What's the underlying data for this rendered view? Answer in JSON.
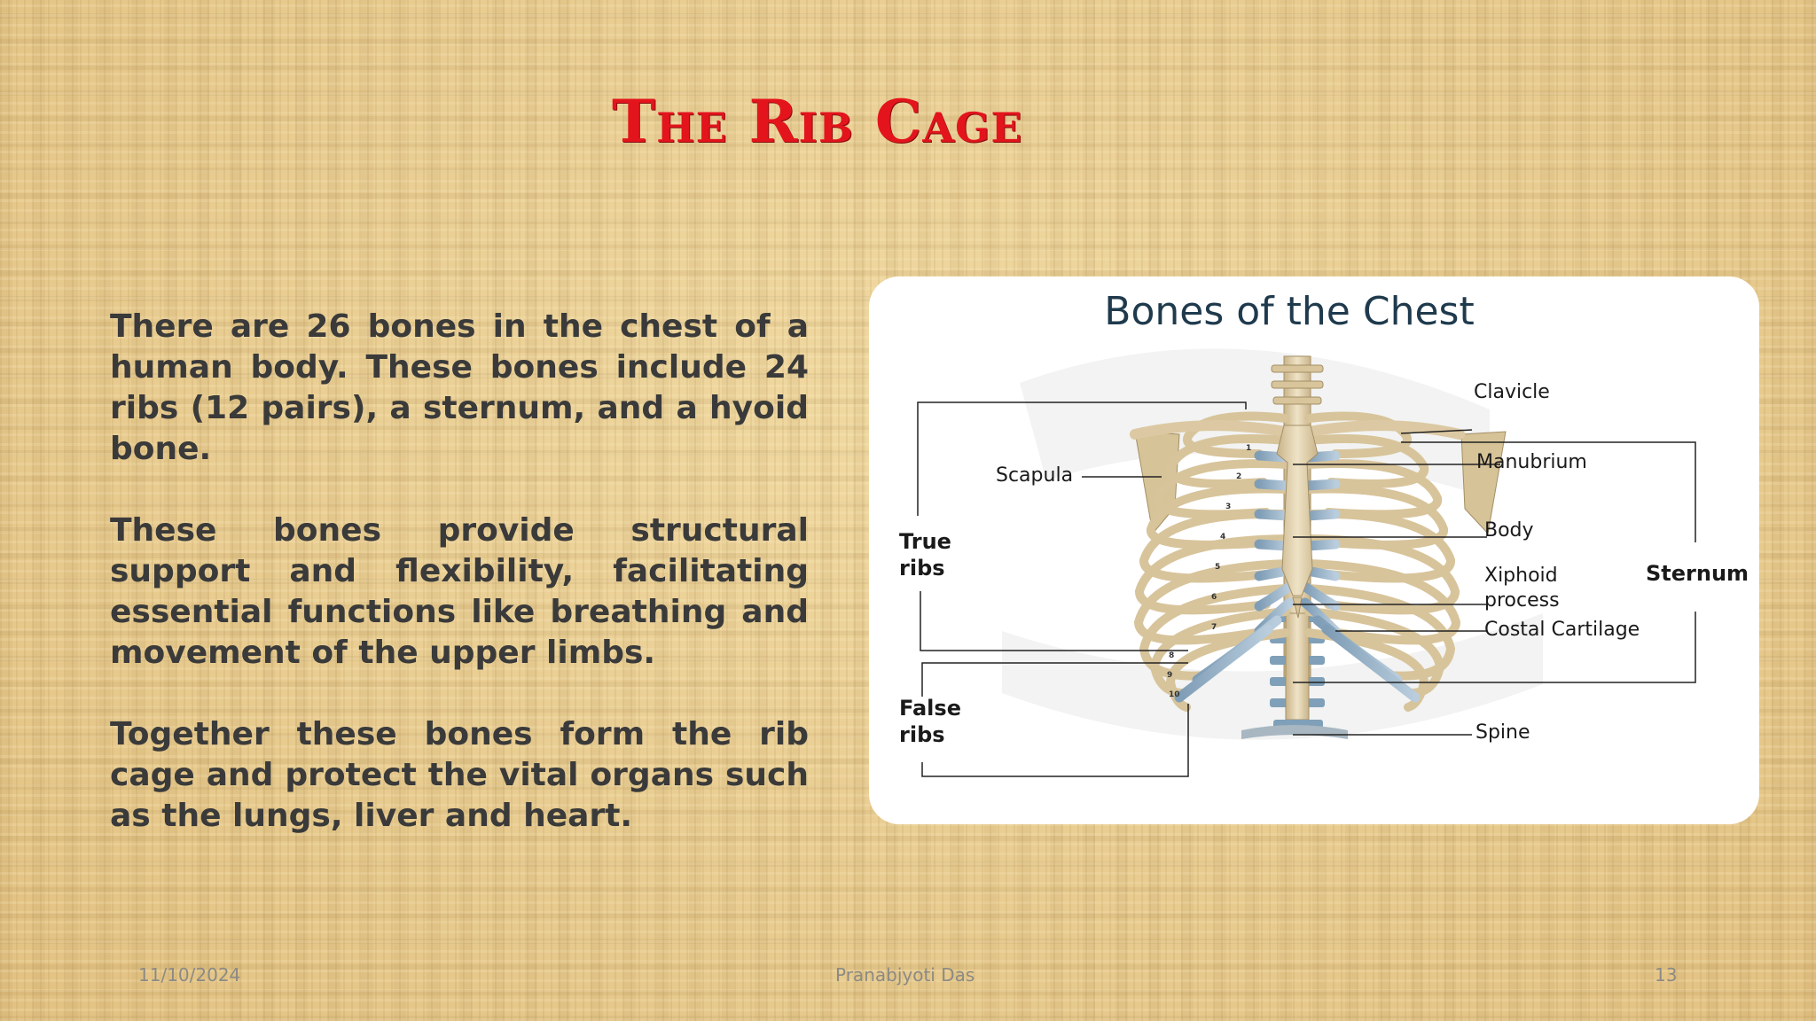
{
  "slide": {
    "title": "The Rib Cage",
    "paragraphs": [
      "There are 26 bones in the chest of a human body. These bones include 24 ribs (12 pairs), a sternum, and a hyoid bone.",
      "These bones provide structural support and flexibility, facilitating essential functions like breathing and movement of the upper limbs.",
      "Together these bones form the rib cage and protect the vital organs such as the lungs, liver and heart."
    ]
  },
  "figure": {
    "title": "Bones of the Chest",
    "labels": {
      "clavicle": "Clavicle",
      "manubrium": "Manubrium",
      "scapula": "Scapula",
      "body": "Body",
      "true_ribs_1": "True",
      "true_ribs_2": "ribs",
      "xiphoid_1": "Xiphoid",
      "xiphoid_2": "process",
      "sternum": "Sternum",
      "costal_cartilage": "Costal Cartilage",
      "false_ribs_1": "False",
      "false_ribs_2": "ribs",
      "spine": "Spine"
    },
    "rib_numbers": [
      "1",
      "2",
      "3",
      "4",
      "5",
      "6",
      "7",
      "8",
      "9",
      "10"
    ]
  },
  "footer": {
    "date": "11/10/2024",
    "author": "Pranabjyoti Das",
    "page": "13"
  },
  "colors": {
    "title": "#e3141c",
    "body_text": "#3a3a3a",
    "bone": "#dcc9a3",
    "cartilage": "#9fb8cc"
  }
}
